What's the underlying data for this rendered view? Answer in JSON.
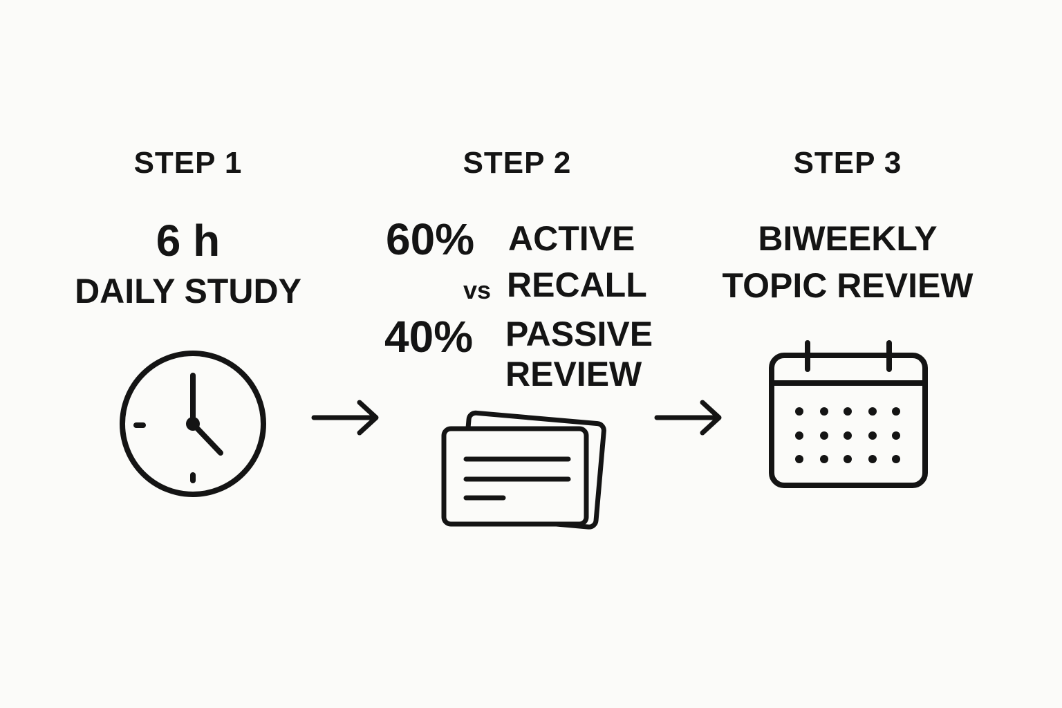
{
  "steps": [
    {
      "title": "STEP 1",
      "value": "6 h",
      "label": "DAILY STUDY",
      "icon": "clock-icon"
    },
    {
      "title": "STEP 2",
      "active_pct": "60%",
      "active_label": "ACTIVE",
      "vs": "vs",
      "recall_label": "RECALL",
      "passive_pct": "40%",
      "passive_label": "PASSIVE",
      "review_label": "REVIEW",
      "icon": "flashcards-icon"
    },
    {
      "title": "STEP 3",
      "line1": "BIWEEKLY",
      "line2": "TOPIC REVIEW",
      "icon": "calendar-icon"
    }
  ],
  "connectors": [
    "arrow-right-icon",
    "arrow-right-icon"
  ],
  "colors": {
    "background": "#fbfbf9",
    "ink": "#141414"
  }
}
